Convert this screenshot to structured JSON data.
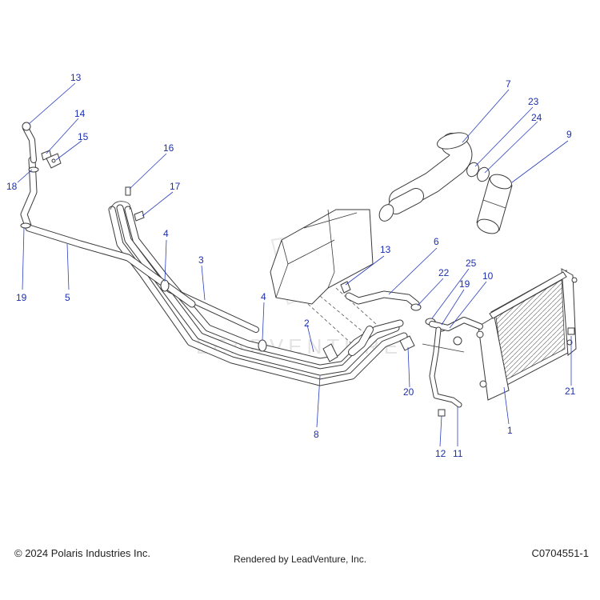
{
  "footer": {
    "copyright": "© 2024 Polaris Industries Inc.",
    "rendered_by": "Rendered by LeadVenture, Inc.",
    "diagram_code": "C0704551-1"
  },
  "watermark": "LEADVENTURE",
  "callouts": {
    "c13a": "13",
    "c14": "14",
    "c15": "15",
    "c18": "18",
    "c19a": "19",
    "c5": "5",
    "c16": "16",
    "c17": "17",
    "c4a": "4",
    "c3": "3",
    "c4b": "4",
    "c13b": "13",
    "c2": "2",
    "c6": "6",
    "c22": "22",
    "c25": "25",
    "c19b": "19",
    "c10": "10",
    "c7": "7",
    "c23": "23",
    "c24": "24",
    "c9": "9",
    "c8": "8",
    "c20": "20",
    "c12": "12",
    "c11": "11",
    "c1": "1",
    "c21": "21"
  }
}
